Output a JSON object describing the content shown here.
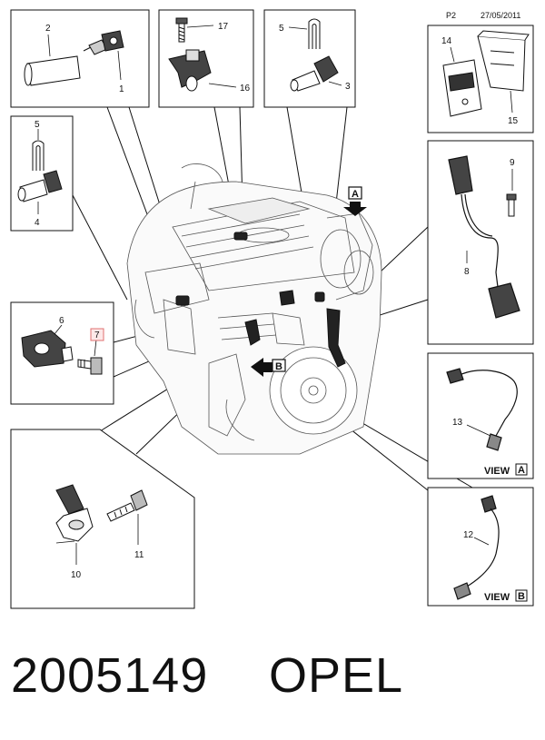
{
  "header": {
    "page": "P2",
    "date": "27/05/2011"
  },
  "callouts": {
    "c1": "1",
    "c2": "2",
    "c3": "3",
    "c4": "4",
    "c5a": "5",
    "c5b": "5",
    "c6": "6",
    "c7": "7",
    "c8": "8",
    "c9": "9",
    "c10": "10",
    "c11": "11",
    "c12": "12",
    "c13": "13",
    "c14": "14",
    "c15": "15",
    "c16": "16",
    "c17": "17"
  },
  "highlighted_callout": "7",
  "markers": {
    "a": "A",
    "b": "B"
  },
  "views": {
    "view_label": "VIEW",
    "a_letter": "A",
    "b_letter": "B"
  },
  "footer": {
    "part_number": "2005149",
    "brand": "OPEL"
  },
  "colors": {
    "highlight": "#e07070",
    "highlight_fill": "#fde8e8",
    "ink": "#111111"
  }
}
